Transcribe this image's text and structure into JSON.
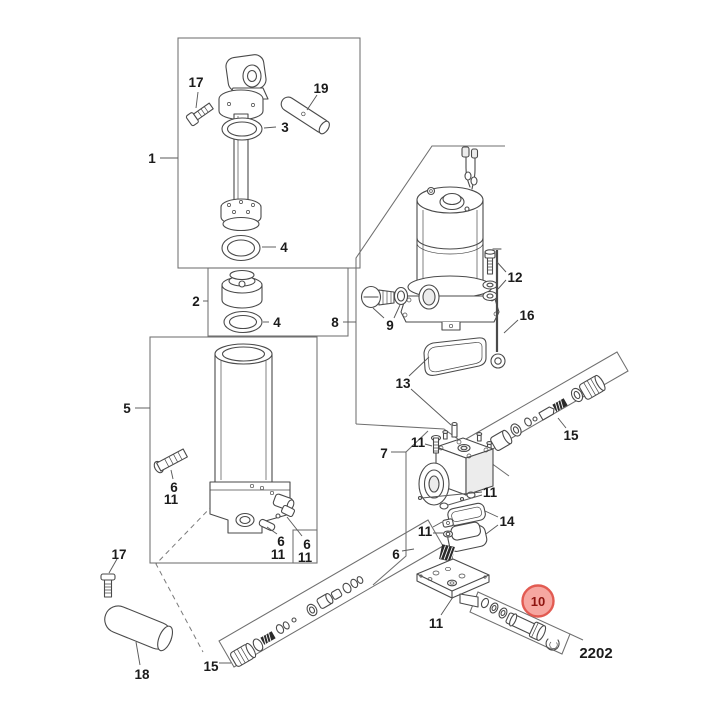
{
  "figure": {
    "diagram_number": "2202",
    "type": "exploded-parts-diagram",
    "background": "#ffffff",
    "line_color": "#4a4a4a",
    "label_color": "#1b1b1b"
  },
  "highlight": {
    "label": "10",
    "fill": "#f6a7a1",
    "stroke": "#e25b52",
    "text_color": "#8e1410"
  },
  "callouts": [
    {
      "text": "1"
    },
    {
      "text": "17"
    },
    {
      "text": "19"
    },
    {
      "text": "3"
    },
    {
      "text": "4"
    },
    {
      "text": "2"
    },
    {
      "text": "4"
    },
    {
      "text": "5"
    },
    {
      "text": "8"
    },
    {
      "text": "9"
    },
    {
      "text": "12"
    },
    {
      "text": "16"
    },
    {
      "text": "13"
    },
    {
      "text": "7"
    },
    {
      "text": "11"
    },
    {
      "text": "11"
    },
    {
      "text": "14"
    },
    {
      "text": "11"
    },
    {
      "text": "6"
    },
    {
      "text": "11"
    },
    {
      "text": "6"
    },
    {
      "text": "11"
    },
    {
      "text": "6"
    },
    {
      "text": "11"
    },
    {
      "text": "6"
    },
    {
      "text": "17"
    },
    {
      "text": "18"
    },
    {
      "text": "15"
    },
    {
      "text": "15"
    },
    {
      "text": "11"
    }
  ]
}
